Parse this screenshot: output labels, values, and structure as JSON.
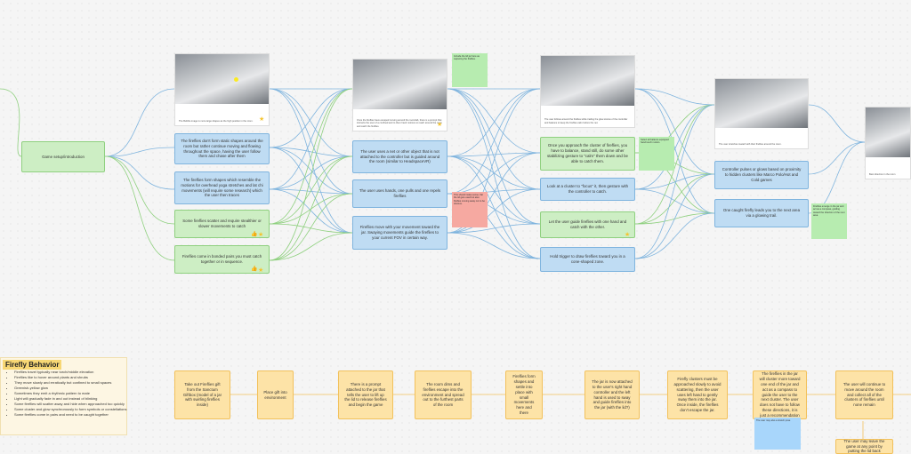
{
  "legend": {
    "title": "Firefly Behavior",
    "items": [
      "Fireflies travel typically near torch/middle elevation",
      "Fireflies like to hover around plants and shrubs",
      "They move slowly and erratically but confined to small spaces",
      "Greenish-yellow glow",
      "Sometimes they emit a rhythmic pattern to mate",
      "Light will gradually fade in and out instead of blinking",
      "Some fireflies will scatter away and hide when approached too quickly",
      "Some cluster and glow synchronously to form symbols or constellations",
      "Some fireflies come in pairs and need to be caught together"
    ]
  },
  "start_card": "Game setup/introduction",
  "col1": {
    "shot_caption": "The Bubble image is more large shapes as the high position in the room.",
    "cards": [
      "The fireflies don't form static shapes around the room but rather continue moving and flowing throughout the space, having the user follow them and chase after them",
      "The fireflies form shapes which resemble the motions for overhead yoga stretches and lat chi movements (will require some research) which the user then traces",
      "Some fireflies scatter and require stealthier or slower movements to catch",
      "Fireflies come in bonded pairs you must catch together or in sequence."
    ]
  },
  "col2": {
    "shot_caption": "Once the fireflies have escaped moving around the room/lab, there is a prompt that instructs the user of a confined and to them hand motions to reach around the room and catch the fireflies.",
    "note_green": "Include the lid jar here as capturing the fireflies.",
    "note_red": "This should make sense, flat the lid gets used but also fireflies moving away not to be obvious.",
    "cards": [
      "The user uses a net or other object that is not attached to the controller but is guided around the room (similar to HeadspaceVR)",
      "The user uses hands, one pulls and one repels fireflies",
      "Fireflies move with your movement toward the jar. Swaying movements guide the fireflies to your current FOV in certain way."
    ]
  },
  "col3": {
    "shot_caption": "The user follows around the fireflies while trailing the glow stories of the controller and balance to keep the fireflies calm before the net.",
    "note_green": "Select all balance equipped hand touch motion.",
    "cards": [
      "Once you approach the cluster of fireflies, you have to balance, stand still, do some other stabilizing gesture to \"calm\" them down and be able to catch them.",
      "Look at a cluster to \"focus\" it, then gesture with the controller to catch.",
      "Let the user guide fireflies with one hand and catch with the other.",
      "Hold trigger to draw fireflies toward you in a cone-shaped zone."
    ]
  },
  "col4": {
    "shot_caption": "The user stretches toward with their fireflies around the room.",
    "note_green": "Fireflies emerge in the jar and act as a compass, guiding toward the direction of the next area.",
    "cards": [
      "Controller pulses or glows based on proximity to hidden clusters like Marco Polo/Hot and Cold games",
      "One caught firefly leads you to the next area via a glowing trail."
    ]
  },
  "col5": {
    "shot_caption": "Best direction in the room"
  },
  "flow": [
    "Take out Fireflies gift from the Sanctum Giftbox (model of a jar with swirling fireflies inside)",
    "Place gift into environment",
    "There is a prompt attached to the jar that tells the user to lift up the lid to release fireflies and begin the game",
    "The room dims and fireflies escape into the environment and spread out to the furthest parts of the room",
    "Fireflies form shapes and settle into place with small movements here and there",
    "The jar is now attached to the user's right hand controller and the left hand is used to sway and guide fireflies into the jar (with the lid?)",
    "Firefly clusters must be approached slowly to avoid scattering, then the user uses left hand to gently sway them into the jar. Once inside, the fireflies don't escape the jar.",
    "The fireflies in the jar will cluster more toward one end of the jar and act as a compass to guide the user to the next cluster. The user does not have to follow these directions, it is just a recommendation",
    "The user will continue to move around the room and collect all of the clusters of fireflies until none remain",
    "The user may leave the game at any point by putting the lid back"
  ],
  "flow_note": "The user may also a stretch pose"
}
